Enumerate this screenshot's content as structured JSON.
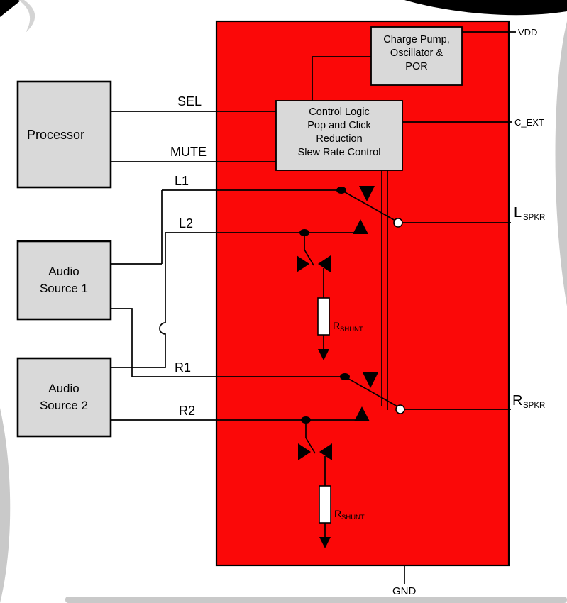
{
  "labels": {
    "processor": "Processor",
    "audio1_line1": "Audio",
    "audio1_line2": "Source 1",
    "audio2_line1": "Audio",
    "audio2_line2": "Source 2",
    "charge_line1": "Charge Pump,",
    "charge_line2": "Oscillator &",
    "charge_line3": "POR",
    "control_line1": "Control Logic",
    "control_line2": "Pop and Click",
    "control_line3": "Reduction",
    "control_line4": "Slew Rate Control",
    "sel": "SEL",
    "mute": "MUTE",
    "l1": "L1",
    "l2": "L2",
    "r1": "R1",
    "r2": "R2",
    "vdd": "VDD",
    "c_ext": "C_EXT",
    "gnd": "GND",
    "lspkr_main": "L",
    "lspkr_sub": "SPKR",
    "rspkr_main": "R",
    "rspkr_sub": "SPKR",
    "rshunt_main": "R",
    "rshunt_sub": "SHUNT"
  },
  "colors": {
    "ic_fill": "#fb0808",
    "box_fill": "#d9d9d9",
    "wire": "#000000",
    "watermark_gray": "#c9c9c9",
    "watermark_black": "#000000",
    "background": "#ffffff"
  }
}
